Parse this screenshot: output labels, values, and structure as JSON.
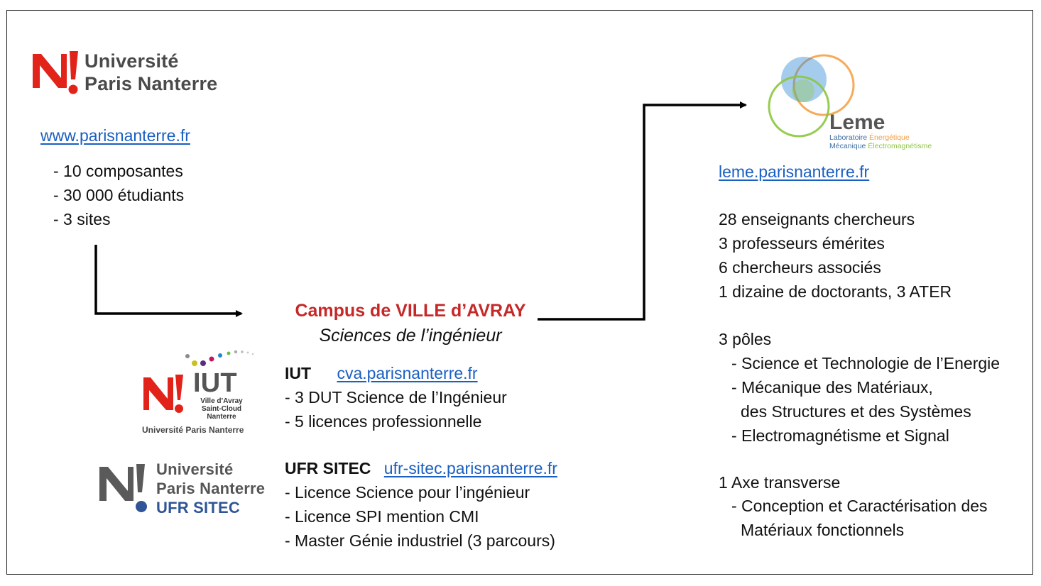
{
  "upn": {
    "logo_lines": [
      "Université",
      "Paris Nanterre"
    ],
    "url": "www.parisnanterre.fr",
    "facts": [
      "- 10 composantes",
      "- 30 000 étudiants",
      "- 3 sites"
    ]
  },
  "campus": {
    "title": "Campus de VILLE d’AVRAY",
    "subtitle": "Sciences de l’ingénieur"
  },
  "iut": {
    "label": "IUT",
    "url": "cva.parisnanterre.fr",
    "items": [
      "- 3 DUT Science de l’Ingénieur",
      "- 5 licences professionnelle"
    ],
    "logo": {
      "mark": "IUT",
      "lines": [
        "Ville d’Avray",
        "Saint-Cloud",
        "Nanterre"
      ],
      "caption": "Université Paris Nanterre"
    }
  },
  "sitec": {
    "label": "UFR SITEC",
    "url": "ufr-sitec.parisnanterre.fr",
    "items": [
      "- Licence Science pour l’ingénieur",
      "- Licence SPI mention CMI",
      "- Master Génie industriel (3 parcours)"
    ],
    "logo_lines": [
      "Université",
      "Paris Nanterre",
      "UFR SITEC"
    ]
  },
  "leme": {
    "logo_name": "Leme",
    "logo_sub": [
      "Laboratoire",
      "Énergétique",
      "Mécanique",
      "Électromagnétisme"
    ],
    "url": "leme.parisnanterre.fr",
    "staff": [
      "28 enseignants chercheurs",
      "3 professeurs émérites",
      "6 chercheurs associés",
      "1 dizaine de doctorants, 3 ATER"
    ],
    "poles_title": "3 pôles",
    "poles": [
      "- Science et Technologie de l’Energie",
      "- Mécanique des Matériaux,",
      "des Structures et des Systèmes",
      "- Electromagnétisme et Signal"
    ],
    "axe_title": "1 Axe transverse",
    "axe": [
      "- Conception et Caractérisation des",
      "Matériaux fonctionnels"
    ]
  },
  "colors": {
    "upn_red": "#e2231a",
    "campus_red": "#c62828",
    "link_blue": "#1a5fc2",
    "sitec_blue": "#2f5597",
    "leme_green": "#8cc63f",
    "leme_orange": "#f39c3c",
    "leme_blue": "#3a8fd6"
  }
}
